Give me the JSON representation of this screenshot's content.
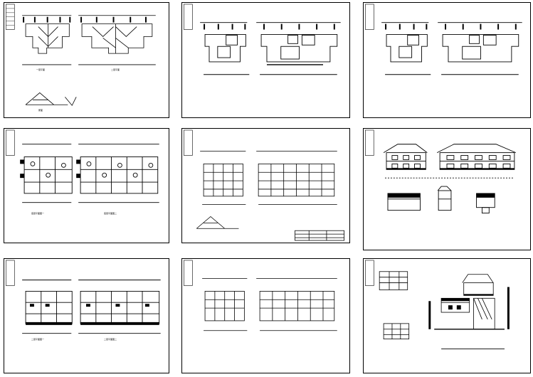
{
  "sheets": [
    {
      "id": "s1"
    },
    {
      "id": "s2"
    },
    {
      "id": "s3"
    },
    {
      "id": "s4"
    },
    {
      "id": "s5"
    },
    {
      "id": "s6"
    },
    {
      "id": "s7"
    },
    {
      "id": "s8"
    },
    {
      "id": "s9"
    }
  ],
  "labels": {
    "s1_plan_left": "一层平面",
    "s1_plan_right": "二层平面",
    "s1_section": "屋面",
    "s4_left": "底层平面图一",
    "s4_right": "底层平面图二",
    "s7_left": "二层平面图一",
    "s7_right": "二层平面图二"
  }
}
